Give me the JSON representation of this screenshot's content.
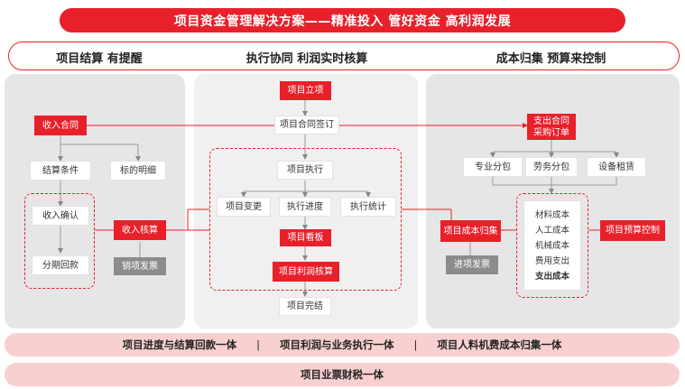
{
  "title": "项目资金管理解决方案——精准投入 管好资金 高利润发展",
  "columns": {
    "left": "项目结算 有提醒",
    "middle": "执行协同 利润实时核算",
    "right": "成本归集 预算来控制"
  },
  "left": {
    "income_contract": "收入合同",
    "settlement_terms": "结算条件",
    "bid_details": "标的明细",
    "income_confirm": "收入确认",
    "installment_payment": "分期回款",
    "income_accounting": "收入核算",
    "invoice_writeoff": "销项发票"
  },
  "middle": {
    "project_setup": "项目立项",
    "contract_signing": "项目合同签订",
    "project_execution": "项目执行",
    "project_change": "项目变更",
    "execution_progress": "执行进度",
    "execution_stats": "执行统计",
    "project_kanban": "项目看板",
    "profit_accounting": "项目利润核算",
    "project_complete": "项目完结"
  },
  "right": {
    "expense_contract": "支出合同",
    "purchase_order": "采购订单",
    "subcontract": "专业分包",
    "labor_subcontract": "劳务分包",
    "equipment_rental": "设备租赁",
    "cost_collection": "项目成本归集",
    "input_invoice": "进项发票",
    "cost_items": [
      "材料成本",
      "人工成本",
      "机械成本",
      "费用支出",
      "支出成本"
    ],
    "budget_control": "项目预算控制"
  },
  "bands": {
    "item1": "项目进度与结算回款一体",
    "item2": "项目利润与业务执行一体",
    "item3": "项目人料机费成本归集一体",
    "separator": "|",
    "bottom": "项目业票财税一体"
  }
}
